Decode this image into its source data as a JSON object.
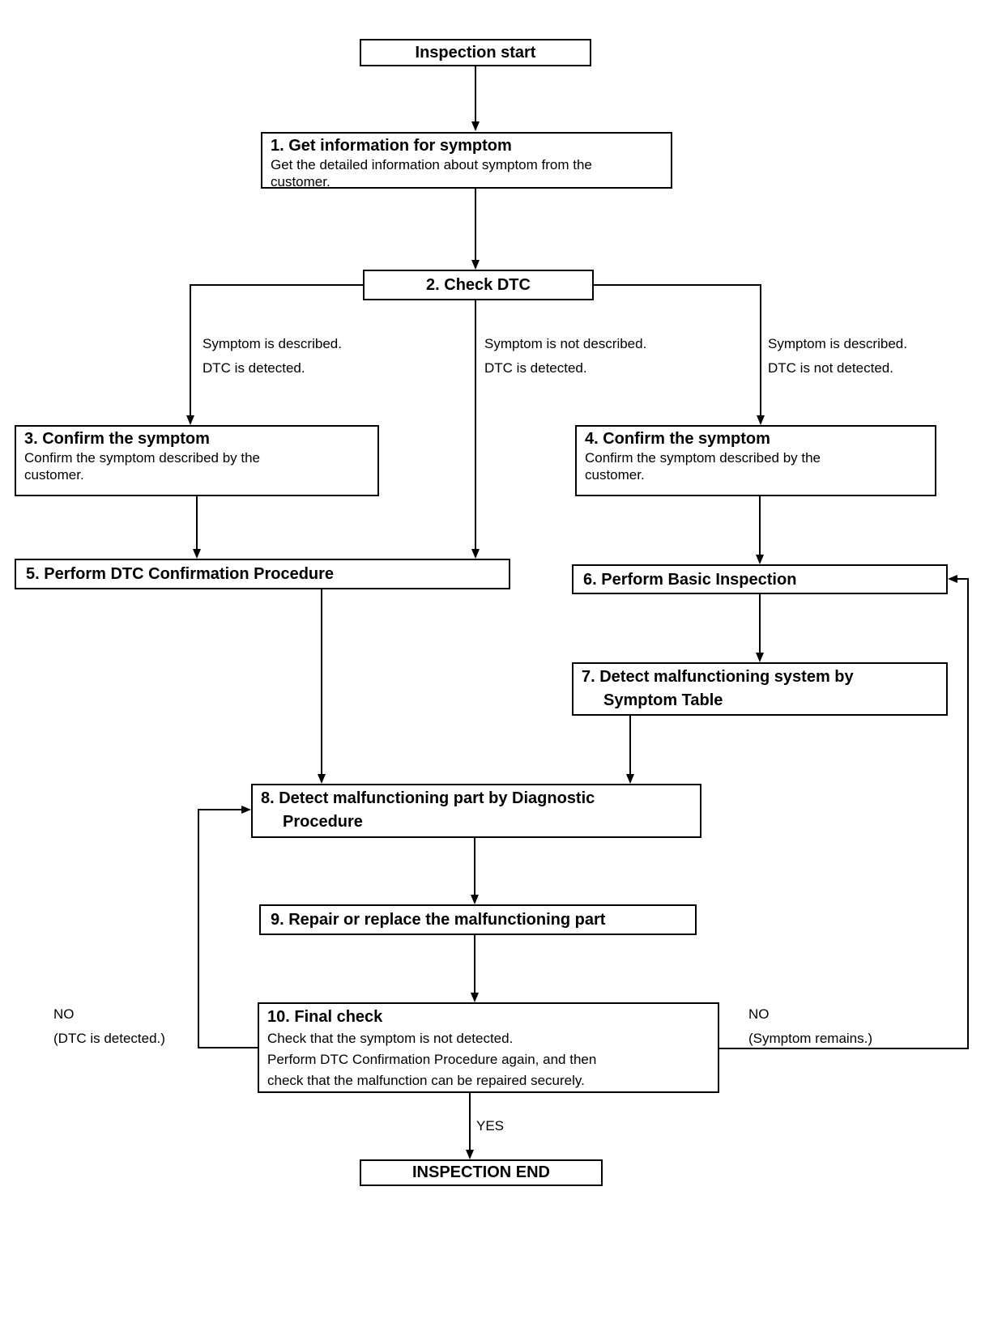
{
  "diagram": {
    "colors": {
      "background": "#ffffff",
      "ink": "#000000"
    },
    "start_node": "Inspection start",
    "end_node": "INSPECTION END",
    "steps": [
      {
        "title": "1. Get information for symptom",
        "body_lines": [
          "Get the detailed information about symptom from the",
          "customer."
        ]
      },
      {
        "title": "2. Check DTC"
      },
      {
        "title": "3. Confirm the symptom",
        "body_lines": [
          "Confirm the symptom described by the",
          "customer."
        ]
      },
      {
        "title": "4. Confirm the symptom",
        "body_lines": [
          "Confirm the symptom described by the",
          "customer."
        ]
      },
      {
        "title": "5. Perform DTC Confirmation Procedure"
      },
      {
        "title": "6. Perform Basic Inspection"
      },
      {
        "title_lines": [
          "7. Detect malfunctioning system by",
          "Symptom Table"
        ]
      },
      {
        "title_lines": [
          "8. Detect malfunctioning part by Diagnostic",
          "Procedure"
        ]
      },
      {
        "title": "9. Repair or replace the malfunctioning part"
      },
      {
        "title": "10. Final check",
        "body_lines": [
          "Check that the symptom is not detected.",
          "Perform DTC Confirmation Procedure again, and then",
          "check that the malfunction can be repaired securely."
        ]
      }
    ],
    "branch_labels": [
      {
        "position": "left",
        "lines": [
          "Symptom is described.",
          "DTC is detected."
        ]
      },
      {
        "position": "middle",
        "lines": [
          "Symptom is not described.",
          "DTC is detected."
        ]
      },
      {
        "position": "right",
        "lines": [
          "Symptom is described.",
          "DTC is not detected."
        ]
      }
    ],
    "decision_labels": {
      "yes": "YES",
      "no_left": {
        "label": "NO",
        "reason": "(DTC is detected.)"
      },
      "no_right": {
        "label": "NO",
        "reason": "(Symptom remains.)"
      }
    }
  }
}
